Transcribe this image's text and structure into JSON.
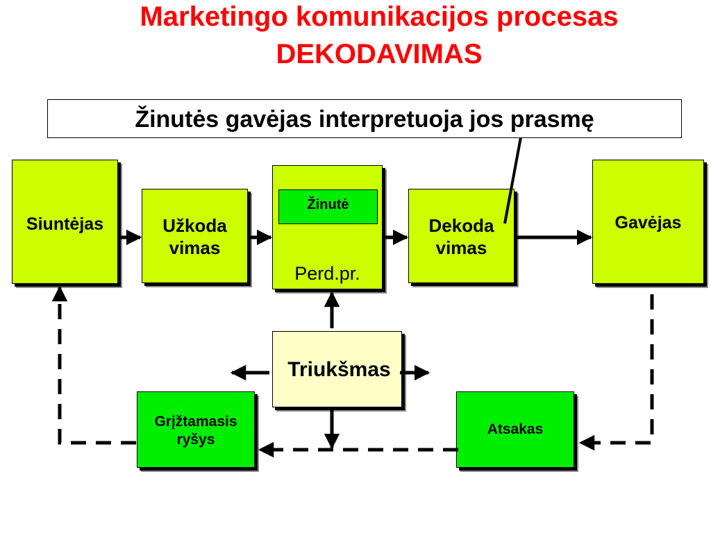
{
  "title": {
    "line1": "Marketingo komunikacijos procesas",
    "line2": "DEKODAVIMAS"
  },
  "callout": "Žinutės gavėjas interpretuoja jos prasmę",
  "nodes": {
    "sender": "Siuntėjas",
    "encoding": "Užkoda vimas",
    "message": "Žinutė",
    "channel": "Perd.pr.",
    "decoding": "Dekoda vimas",
    "receiver": "Gavėjas",
    "noise": "Triukšmas",
    "feedback": "Grįžtamasis ryšys",
    "response": "Atsakas"
  },
  "colors": {
    "title": "#ff0000",
    "box_lime": "#ccff00",
    "box_green": "#00ee00",
    "box_noise": "#ffffc8"
  }
}
